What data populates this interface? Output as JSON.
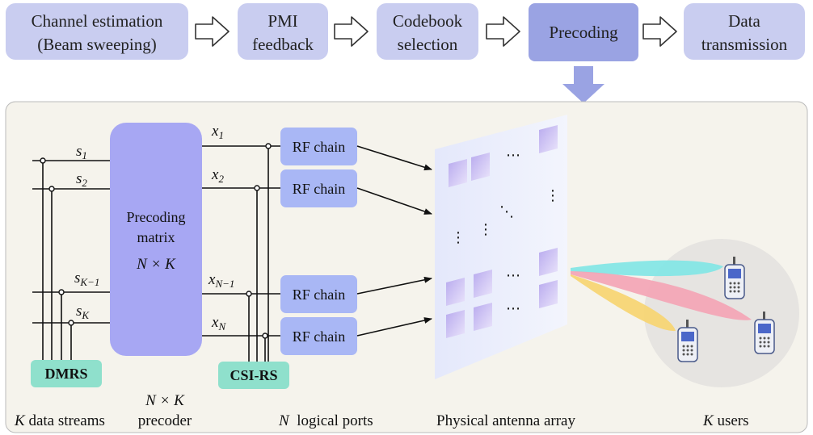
{
  "colors": {
    "step_fill": "#c9cdf0",
    "step_active": "#9aa3e3",
    "panel_bg": "#f5f3ec",
    "precoder_fill": "#a7a7f3",
    "rf_fill": "#a9b7f5",
    "ref_fill": "#8fe0cc",
    "antenna_fill": "#c3b6ee",
    "beam_cyan": "#7fe6e6",
    "beam_pink": "#f4a3b5",
    "beam_yellow": "#f7d46f"
  },
  "pipeline": {
    "steps": [
      {
        "line1": "Channel estimation",
        "line2": "(Beam sweeping)"
      },
      {
        "line1": "PMI",
        "line2": "feedback"
      },
      {
        "line1": "Codebook",
        "line2": "selection"
      },
      {
        "line1": "Precoding",
        "line2": ""
      },
      {
        "line1": "Data",
        "line2": "transmission"
      }
    ]
  },
  "streams": {
    "s1": "s",
    "s1_sub": "1",
    "s2": "s",
    "s2_sub": "2",
    "sK1": "s",
    "sK1_sub": "K−1",
    "sK": "s",
    "sK_sub": "K"
  },
  "ports": {
    "x1": "x",
    "x1_sub": "1",
    "x2": "x",
    "x2_sub": "2",
    "xN1": "x",
    "xN1_sub": "N−1",
    "xN": "x",
    "xN_sub": "N"
  },
  "precoder": {
    "line1": "Precoding",
    "line2": "matrix",
    "dim": "N × K"
  },
  "rf_chain_label": "RF chain",
  "dmrs_label": "DMRS",
  "csirs_label": "CSI-RS",
  "bottom": {
    "k_streams_var": "K",
    "k_streams_text": " data streams",
    "precoder_dim": "N × K",
    "precoder_text": "precoder",
    "ports_var": "N",
    "ports_text": "  logical ports",
    "array_text": "Physical antenna array",
    "users_var": "K",
    "users_text": " users"
  },
  "ellipsis": "⋯",
  "vdots": "⋮",
  "ddots": "⋱"
}
